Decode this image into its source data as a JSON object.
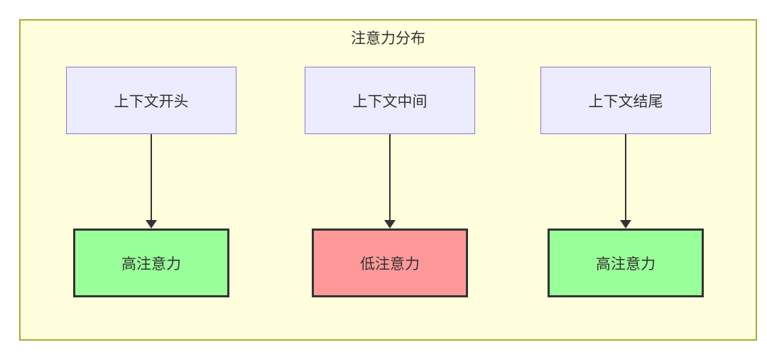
{
  "diagram": {
    "title": "注意力分布",
    "columns": [
      {
        "source_label": "上下文开头",
        "target_label": "高注意力",
        "attention": "high"
      },
      {
        "source_label": "上下文中间",
        "target_label": "低注意力",
        "attention": "low"
      },
      {
        "source_label": "上下文结尾",
        "target_label": "高注意力",
        "attention": "high"
      }
    ],
    "colors": {
      "container_fill": "#ffffde",
      "container_border": "#aaaa33",
      "source_fill": "#ECECFF",
      "source_border": "#9370DB",
      "high_fill": "#99ff99",
      "low_fill": "#ff9999",
      "node_border": "#333333",
      "arrow": "#333333",
      "text": "#333333"
    }
  }
}
